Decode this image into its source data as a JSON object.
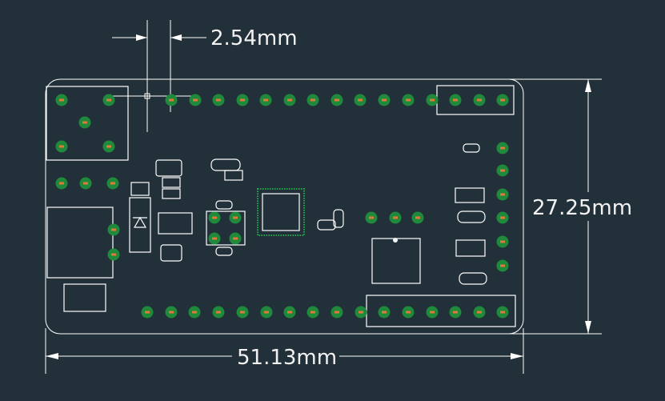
{
  "dimensions": {
    "pitch": "2.54mm",
    "height": "27.25mm",
    "width": "51.13mm"
  },
  "colors": {
    "background": "#223039",
    "outline": "#ffffff",
    "pad": "#1f8a3b",
    "hole": "#e07a3a",
    "text": "#f2f2f2"
  }
}
